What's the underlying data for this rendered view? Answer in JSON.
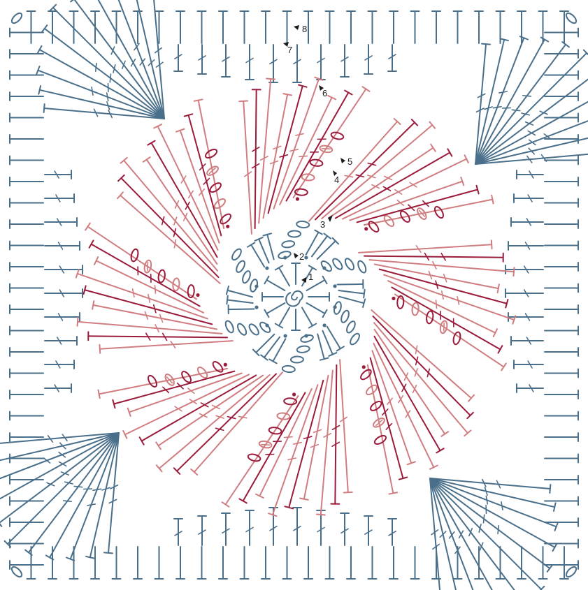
{
  "diagram": {
    "round_labels": [
      "1",
      "2",
      "3",
      "4",
      "5",
      "6",
      "7",
      "8"
    ],
    "colors": {
      "blue": "#4a6f8a",
      "dark_red": "#9b1b3a",
      "pink": "#d07d80",
      "label": "#1a1a1a",
      "background": "#ffffff"
    },
    "symbols": [
      "chain",
      "slip-stitch",
      "single-crochet",
      "half-double-crochet",
      "double-crochet",
      "treble-crochet",
      "magic-ring"
    ]
  }
}
